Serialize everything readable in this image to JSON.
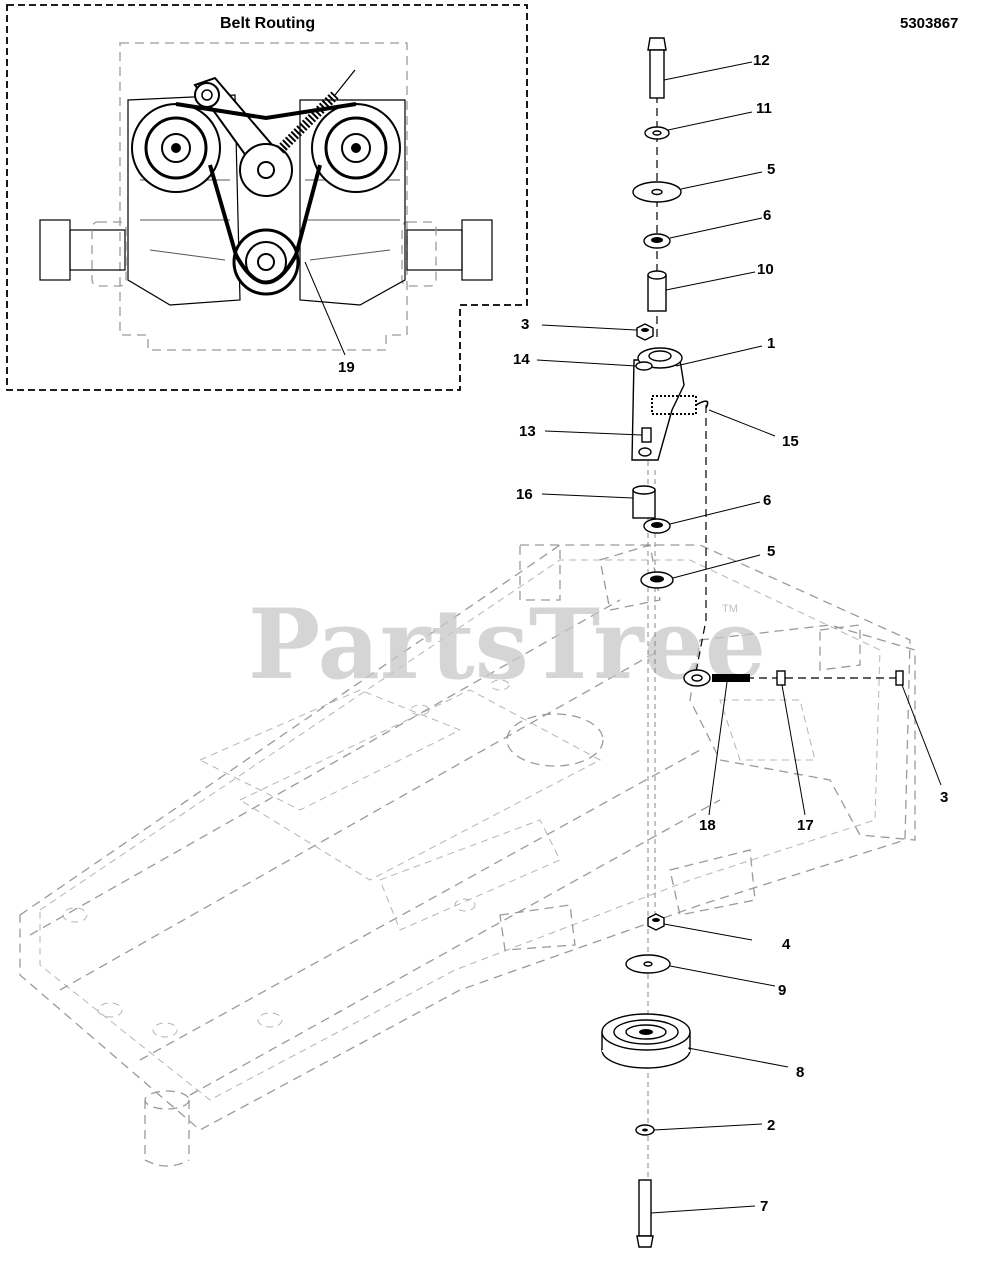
{
  "diagram_number": "5303867",
  "inset": {
    "title": "Belt Routing",
    "belt_callout": "19"
  },
  "watermark": "PartsTree",
  "watermark_tm": "TM",
  "callouts": {
    "c12": "12",
    "c11": "11",
    "c5a": "5",
    "c6a": "6",
    "c10": "10",
    "c3a": "3",
    "c1": "1",
    "c14": "14",
    "c15": "15",
    "c13": "13",
    "c16": "16",
    "c6b": "6",
    "c5b": "5",
    "c18": "18",
    "c17": "17",
    "c3b": "3",
    "c4": "4",
    "c9": "9",
    "c8": "8",
    "c2": "2",
    "c7": "7"
  }
}
